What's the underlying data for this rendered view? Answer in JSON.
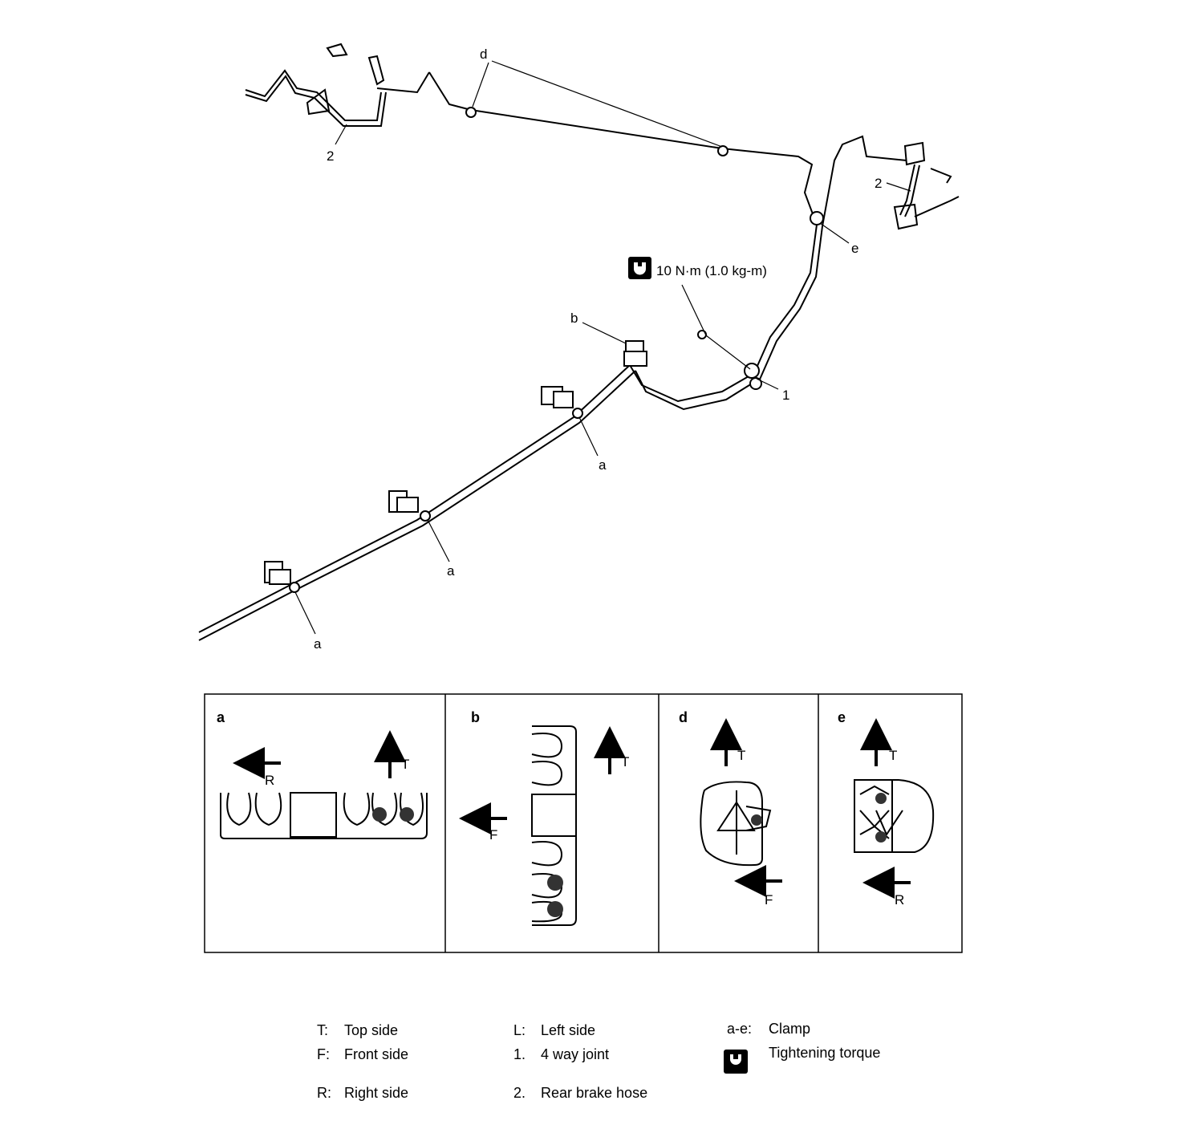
{
  "diagram": {
    "labels": {
      "d": "d",
      "e": "e",
      "b": "b",
      "a1": "a",
      "a2": "a",
      "a3": "a",
      "hose_left": "2",
      "hose_right": "2",
      "joint": "1",
      "torque": "10 N·m (1.0 kg-m)"
    },
    "panels": {
      "a": {
        "title": "a",
        "arrow_left": "R",
        "arrow_up": "T"
      },
      "b": {
        "title": "b",
        "arrow_up": "T",
        "arrow_left": "F"
      },
      "d": {
        "title": "d",
        "arrow_up": "T",
        "arrow_left": "F"
      },
      "e": {
        "title": "e",
        "arrow_up": "T",
        "arrow_left": "R"
      }
    }
  },
  "legend": {
    "col1": [
      {
        "key": "T:",
        "text": "Top side"
      },
      {
        "key": "F:",
        "text": "Front side"
      },
      {
        "key": "R:",
        "text": "Right side"
      }
    ],
    "col2": [
      {
        "key": "L:",
        "text": "Left side"
      },
      {
        "key": "1.",
        "text": "4 way joint"
      },
      {
        "key": "2.",
        "text": "Rear brake hose"
      }
    ],
    "col3": [
      {
        "key": "a-e:",
        "text": "Clamp"
      },
      {
        "key": "",
        "text": "Tightening torque",
        "icon": "torque-wrench-icon"
      }
    ]
  }
}
